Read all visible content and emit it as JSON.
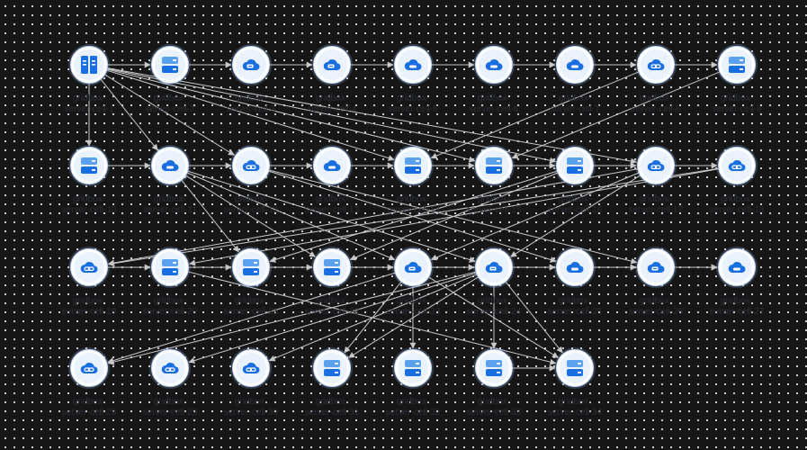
{
  "colors": {
    "background": "#161616",
    "edge": "#c8c8c8",
    "node_fill": "#ffffff",
    "icon_blue": "#1a6fe0",
    "icon_light": "#5aa2ee",
    "label": "#2a2f3a"
  },
  "nodes": [
    {
      "id": "gridbox-server-cell-1",
      "line1": "gridbox-",
      "line2": "server-cell-1",
      "icon": "server-rack-icon"
    },
    {
      "id": "gridbox-server-cell-2",
      "line1": "gridbox-",
      "line2": "server-cell-2",
      "icon": "database-icon"
    },
    {
      "id": "gridbox-server-cell-3",
      "line1": "gridbox-",
      "line2": "server-cell-3",
      "icon": "cloud-server-icon"
    },
    {
      "id": "gridbox-server-cell-4",
      "line1": "gridbox-",
      "line2": "server-cell-4",
      "icon": "cloud-server-icon"
    },
    {
      "id": "gridbox-server-cell-5",
      "line1": "gridbox-",
      "line2": "server-cell-5",
      "icon": "cloud-icon"
    },
    {
      "id": "gridbox-server-cell-6",
      "line1": "gridbox-",
      "line2": "server-cell-6",
      "icon": "cloud-icon"
    },
    {
      "id": "gridbox-server-cell-7",
      "line1": "gridbox-",
      "line2": "server-cell-7",
      "icon": "cloud-icon"
    },
    {
      "id": "gridbox-server-cell-8",
      "line1": "gridbox-",
      "line2": "server-cell-8",
      "icon": "cloud-link-icon"
    },
    {
      "id": "gridbox-server-cell-9",
      "line1": "gridbox-",
      "line2": "server-cell-9",
      "icon": "database-icon"
    },
    {
      "id": "gridbox-server-cell-10",
      "line1": "gridbox-",
      "line2": "server-cell-10",
      "icon": "database-icon"
    },
    {
      "id": "gridbox-server-cell-11",
      "line1": "gridbox-",
      "line2": "server-cell-11",
      "icon": "cloud-icon"
    },
    {
      "id": "gridbox-server-cell-12",
      "line1": "gridbox-",
      "line2": "server-cell-12",
      "icon": "cloud-link-icon"
    },
    {
      "id": "gridbox-server-cell-13",
      "line1": "gridbox-",
      "line2": "server-cell-13",
      "icon": "cloud-icon"
    },
    {
      "id": "gridbox-server-cell-14",
      "line1": "gridbox-",
      "line2": "server-cell-14",
      "icon": "database-icon"
    },
    {
      "id": "gridbox-server-cell-15",
      "line1": "gridbox-",
      "line2": "server-cell-15",
      "icon": "database-icon"
    },
    {
      "id": "gridbox-server-cell-16",
      "line1": "gridbox-",
      "line2": "server-cell-16",
      "icon": "database-icon"
    },
    {
      "id": "gridbox-server-cell-17",
      "line1": "gridbox-",
      "line2": "server-cell-17",
      "icon": "cloud-link-icon"
    },
    {
      "id": "gridbox-server-cell-18",
      "line1": "gridbox-",
      "line2": "server-cell-18",
      "icon": "cloud-link-icon"
    },
    {
      "id": "gridbox-server-cell-19",
      "line1": "gridbox-",
      "line2": "server-cell-19",
      "icon": "cloud-link-icon"
    },
    {
      "id": "gridbox-server-cell-20",
      "line1": "gridbox-",
      "line2": "server-cell-20",
      "icon": "database-icon"
    },
    {
      "id": "gridbox-server-cell-21",
      "line1": "gridbox-",
      "line2": "server-cell-21",
      "icon": "database-icon"
    },
    {
      "id": "gridbox-server-cell-22",
      "line1": "gridbox-",
      "line2": "server-cell-22",
      "icon": "database-icon"
    },
    {
      "id": "gridbox-server-cell-23",
      "line1": "gridbox-",
      "line2": "server-cell-23",
      "icon": "cloud-server-icon"
    },
    {
      "id": "gridbox-server-cell-24",
      "line1": "gridbox-",
      "line2": "server-cell-24",
      "icon": "cloud-server-icon"
    },
    {
      "id": "gridbox-server-cell-25",
      "line1": "gridbox-",
      "line2": "server-cell-25",
      "icon": "cloud-icon"
    },
    {
      "id": "gridbox-server-cell-26",
      "line1": "gridbox-",
      "line2": "server-cell-26",
      "icon": "cloud-server-icon"
    },
    {
      "id": "gridbox-server-cell-27",
      "line1": "gridbox-",
      "line2": "server-cell-27",
      "icon": "cloud-icon"
    },
    {
      "id": "gridbox-server-cell-28",
      "line1": "gridbox-",
      "line2": "server-cell-28",
      "icon": "cloud-link-icon"
    },
    {
      "id": "gridbox-server-cell-29",
      "line1": "gridbox-",
      "line2": "server-cell-29",
      "icon": "cloud-link-icon"
    },
    {
      "id": "gridbox-server-cell-30",
      "line1": "gridbox-",
      "line2": "server-cell-30",
      "icon": "cloud-link-icon"
    },
    {
      "id": "gridbox-server-cell-31",
      "line1": "gridbox-",
      "line2": "server-cell-31",
      "icon": "database-icon"
    },
    {
      "id": "gridbox-server-cell-32",
      "line1": "gridbox-",
      "line2": "server-cell-32",
      "icon": "database-icon"
    },
    {
      "id": "gridbox-server-cell-33",
      "line1": "gridbox-",
      "line2": "server-cell-33",
      "icon": "database-icon"
    },
    {
      "id": "gridbox-server-cell-34",
      "line1": "gridbox-",
      "line2": "server-cell-34",
      "icon": "database-icon"
    }
  ],
  "edges": [
    [
      1,
      2
    ],
    [
      2,
      3
    ],
    [
      3,
      4
    ],
    [
      4,
      5
    ],
    [
      5,
      6
    ],
    [
      6,
      7
    ],
    [
      7,
      8
    ],
    [
      8,
      9
    ],
    [
      1,
      10
    ],
    [
      1,
      11
    ],
    [
      1,
      12
    ],
    [
      1,
      14
    ],
    [
      1,
      15
    ],
    [
      1,
      16
    ],
    [
      1,
      17
    ],
    [
      10,
      11
    ],
    [
      11,
      12
    ],
    [
      12,
      13
    ],
    [
      13,
      14
    ],
    [
      14,
      15
    ],
    [
      15,
      16
    ],
    [
      16,
      17
    ],
    [
      17,
      18
    ],
    [
      8,
      14
    ],
    [
      9,
      15
    ],
    [
      11,
      21
    ],
    [
      11,
      23
    ],
    [
      11,
      24
    ],
    [
      12,
      25
    ],
    [
      12,
      26
    ],
    [
      11,
      22
    ],
    [
      16,
      21
    ],
    [
      16,
      22
    ],
    [
      17,
      23
    ],
    [
      17,
      19
    ],
    [
      18,
      19
    ],
    [
      18,
      20
    ],
    [
      17,
      24
    ],
    [
      19,
      20
    ],
    [
      20,
      21
    ],
    [
      21,
      22
    ],
    [
      22,
      23
    ],
    [
      23,
      24
    ],
    [
      24,
      25
    ],
    [
      25,
      26
    ],
    [
      26,
      27
    ],
    [
      20,
      34
    ],
    [
      23,
      27
    ],
    [
      23,
      28
    ],
    [
      23,
      31
    ],
    [
      23,
      32
    ],
    [
      23,
      34
    ],
    [
      24,
      29
    ],
    [
      24,
      30
    ],
    [
      24,
      31
    ],
    [
      24,
      33
    ],
    [
      24,
      34
    ],
    [
      24,
      28
    ],
    [
      33,
      34
    ]
  ]
}
